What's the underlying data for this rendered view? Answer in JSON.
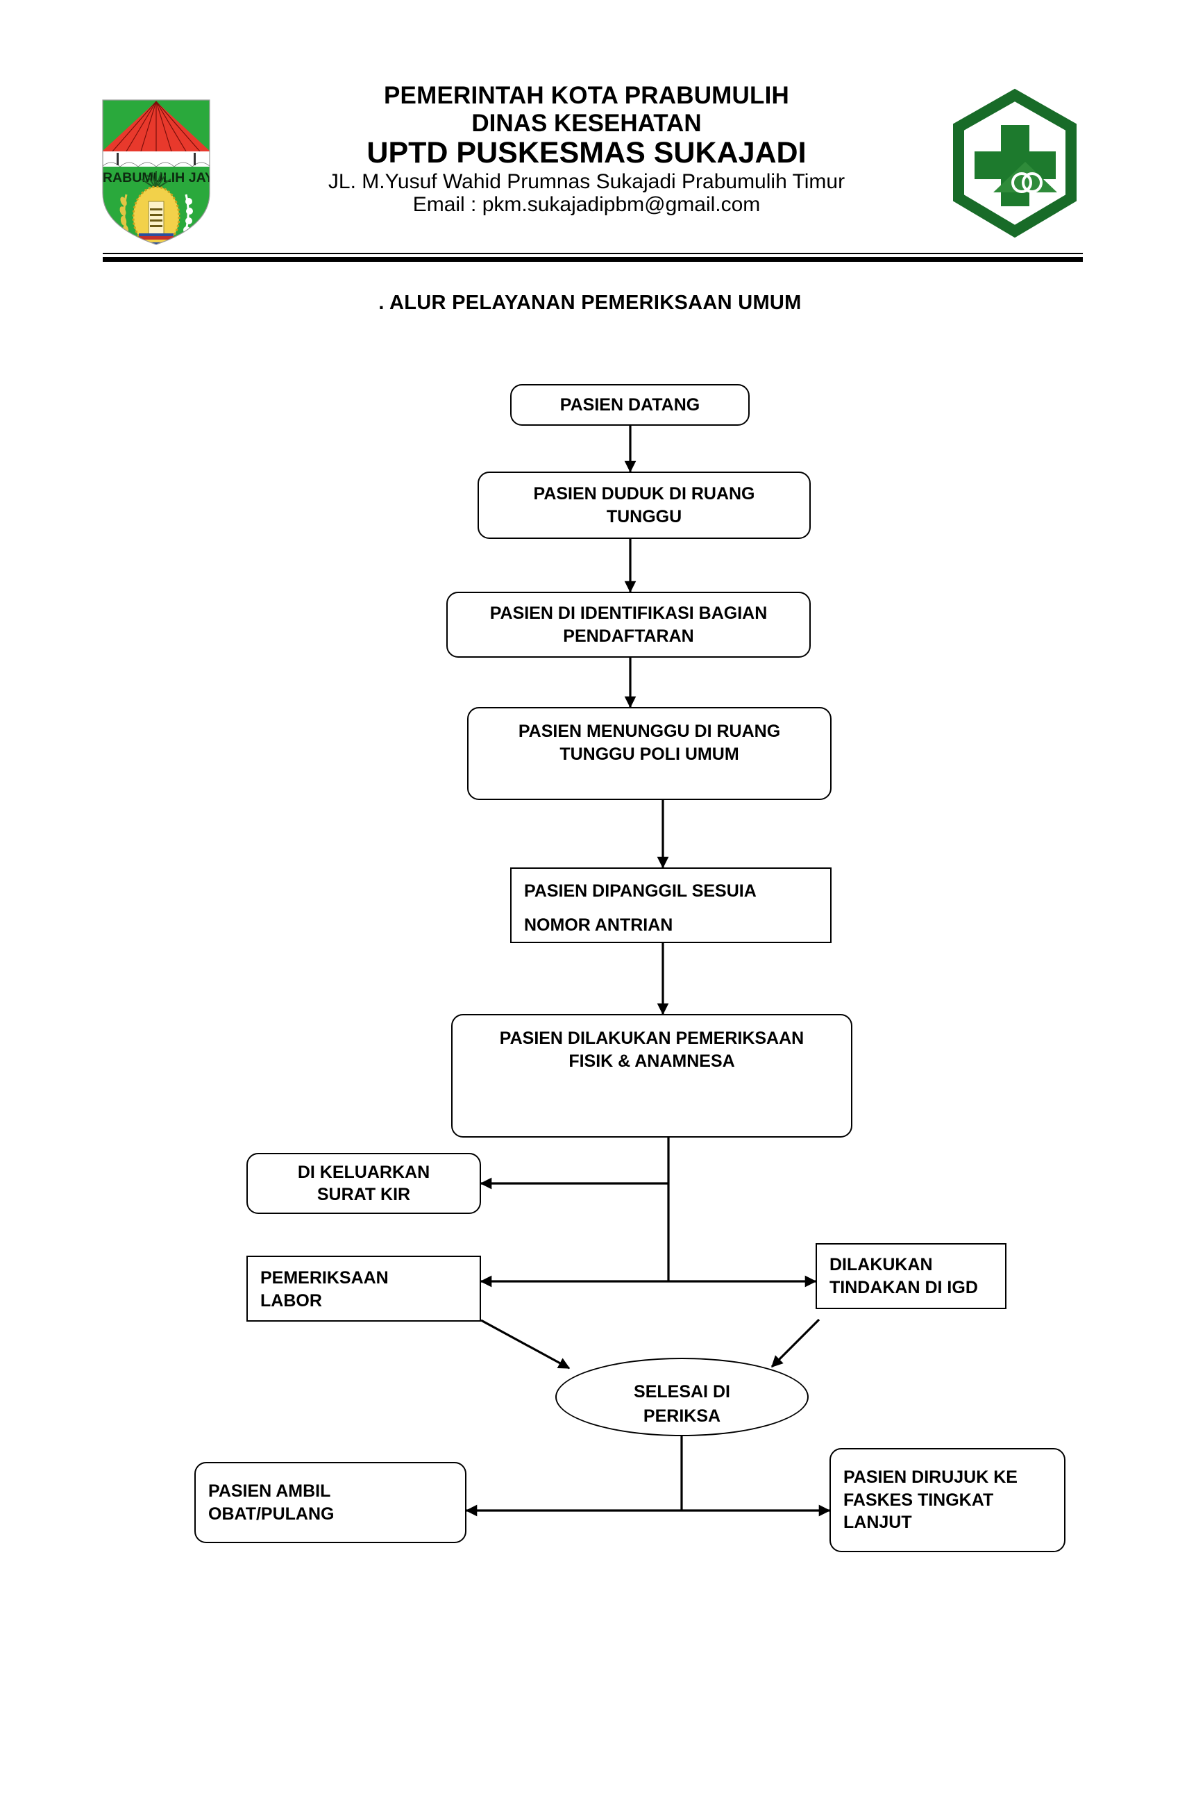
{
  "letterhead": {
    "line1": "PEMERINTAH KOTA PRABUMULIH",
    "line2": "DINAS KESEHATAN",
    "line3": "UPTD PUSKESMAS SUKAJADI",
    "address": "JL. M.Yusuf Wahid Prumnas Sukajadi Prabumulih Timur",
    "email": "Email : pkm.sukajadipbm@gmail.com",
    "logo_left_name": "prabumulih-city-emblem",
    "logo_left_motto": "PRABUMULIH JAYA",
    "logo_right_name": "puskesmas-green-cross-logo",
    "colors": {
      "emblem_green": "#2aa93c",
      "emblem_red": "#e8392c",
      "emblem_yellow": "#f2d14a",
      "logo_green_dark": "#186b28",
      "logo_green_mid": "#2f8b3a",
      "rule_black": "#000000"
    }
  },
  "document": {
    "title": ". ALUR PELAYANAN PEMERIKSAAN UMUM"
  },
  "flowchart": {
    "nodes": [
      {
        "id": "n1",
        "label": "PASIEN DATANG",
        "shape": "rounded-rect"
      },
      {
        "id": "n2",
        "label": "PASIEN DUDUK DI RUANG TUNGGU",
        "shape": "rounded-rect"
      },
      {
        "id": "n3",
        "label": "PASIEN DI IDENTIFIKASI BAGIAN PENDAFTARAN",
        "shape": "rounded-rect"
      },
      {
        "id": "n4",
        "label": "PASIEN MENUNGGU DI RUANG TUNGGU POLI UMUM",
        "shape": "rounded-rect"
      },
      {
        "id": "n5a",
        "label": "PASIEN DIPANGGIL SESUIA",
        "shape": "rect"
      },
      {
        "id": "n5b",
        "label": "NOMOR ANTRIAN",
        "shape": "rect"
      },
      {
        "id": "n6",
        "label": "PASIEN DILAKUKAN PEMERIKSAAN FISIK & ANAMNESA",
        "shape": "rounded-rect"
      },
      {
        "id": "n7",
        "label": "DI KELUARKAN SURAT KIR",
        "shape": "rounded-rect"
      },
      {
        "id": "n8",
        "label": "PEMERIKSAAN LABOR",
        "shape": "rect"
      },
      {
        "id": "n9",
        "label": "DILAKUKAN TINDAKAN DI IGD",
        "shape": "rect"
      },
      {
        "id": "n10",
        "label": "SELESAI DI PERIKSA",
        "shape": "ellipse"
      },
      {
        "id": "n11",
        "label": "PASIEN AMBIL OBAT/PULANG",
        "shape": "rounded-rect"
      },
      {
        "id": "n12",
        "label": "PASIEN DIRUJUK KE FASKES TINGKAT LANJUT",
        "shape": "rounded-rect"
      }
    ],
    "node_lines": {
      "n2": [
        "PASIEN DUDUK DI RUANG",
        "TUNGGU"
      ],
      "n3": [
        "PASIEN DI IDENTIFIKASI BAGIAN",
        "PENDAFTARAN"
      ],
      "n4": [
        "PASIEN MENUNGGU DI RUANG",
        "TUNGGU POLI UMUM"
      ],
      "n6": [
        "PASIEN DILAKUKAN PEMERIKSAAN",
        "FISIK & ANAMNESA"
      ],
      "n7": [
        "DI KELUARKAN",
        "SURAT KIR"
      ],
      "n8": [
        "PEMERIKSAAN",
        "LABOR"
      ],
      "n9": [
        "DILAKUKAN",
        "TINDAKAN DI IGD"
      ],
      "n10": [
        "SELESAI DI",
        "PERIKSA"
      ],
      "n11": [
        "PASIEN AMBIL",
        "OBAT/PULANG"
      ],
      "n12": [
        "PASIEN DIRUJUK KE",
        "FASKES TINGKAT",
        "LANJUT"
      ]
    },
    "edges": [
      {
        "from": "n1",
        "to": "n2",
        "style": "arrow-down"
      },
      {
        "from": "n2",
        "to": "n3",
        "style": "arrow-down"
      },
      {
        "from": "n3",
        "to": "n4",
        "style": "arrow-down"
      },
      {
        "from": "n4",
        "to": "n5",
        "style": "arrow-down"
      },
      {
        "from": "n5",
        "to": "n6",
        "style": "arrow-down"
      },
      {
        "from": "n6",
        "to": "n7",
        "style": "elbow-left-arrow"
      },
      {
        "from": "n6",
        "to": "n8",
        "style": "elbow-left-arrow"
      },
      {
        "from": "n6",
        "to": "n9",
        "style": "elbow-right-arrow"
      },
      {
        "from": "n8",
        "to": "n10",
        "style": "diagonal-arrow"
      },
      {
        "from": "n9",
        "to": "n10",
        "style": "diagonal-arrow"
      },
      {
        "from": "n10",
        "to": "n11",
        "style": "stub-then-left-arrow"
      },
      {
        "from": "n10",
        "to": "n12",
        "style": "stub-then-right-arrow"
      }
    ],
    "line_color": "#000000"
  }
}
